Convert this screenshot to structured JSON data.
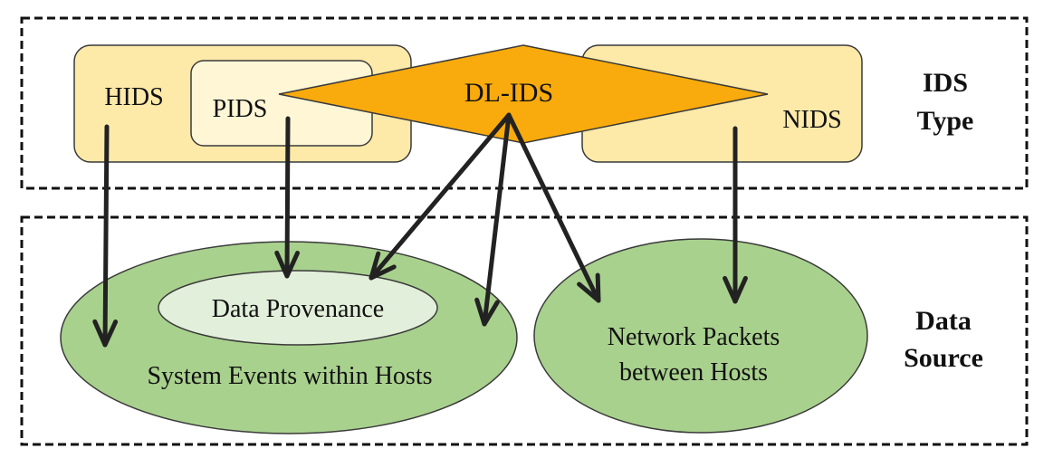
{
  "ids_type": {
    "heading_line1": "IDS",
    "heading_line2": "Type",
    "hids": "HIDS",
    "pids": "PIDS",
    "dl_ids": "DL-IDS",
    "nids": "NIDS"
  },
  "data_source": {
    "heading_line1": "Data",
    "heading_line2": "Source",
    "system_events": "System Events within Hosts",
    "data_provenance": "Data Provenance",
    "network_packets_line1": "Network Packets",
    "network_packets_line2": "between Hosts"
  },
  "colors": {
    "ids_box_fill": "#fde9a8",
    "ids_box_stroke": "#3a3a3a",
    "pids_box_fill": "#fff6d6",
    "dl_ids_fill": "#f9ab0d",
    "source_ellipse_fill": "#a9d18e",
    "provenance_fill": "#e2efda",
    "arrow": "#222222",
    "dashed_border": "#111111"
  }
}
